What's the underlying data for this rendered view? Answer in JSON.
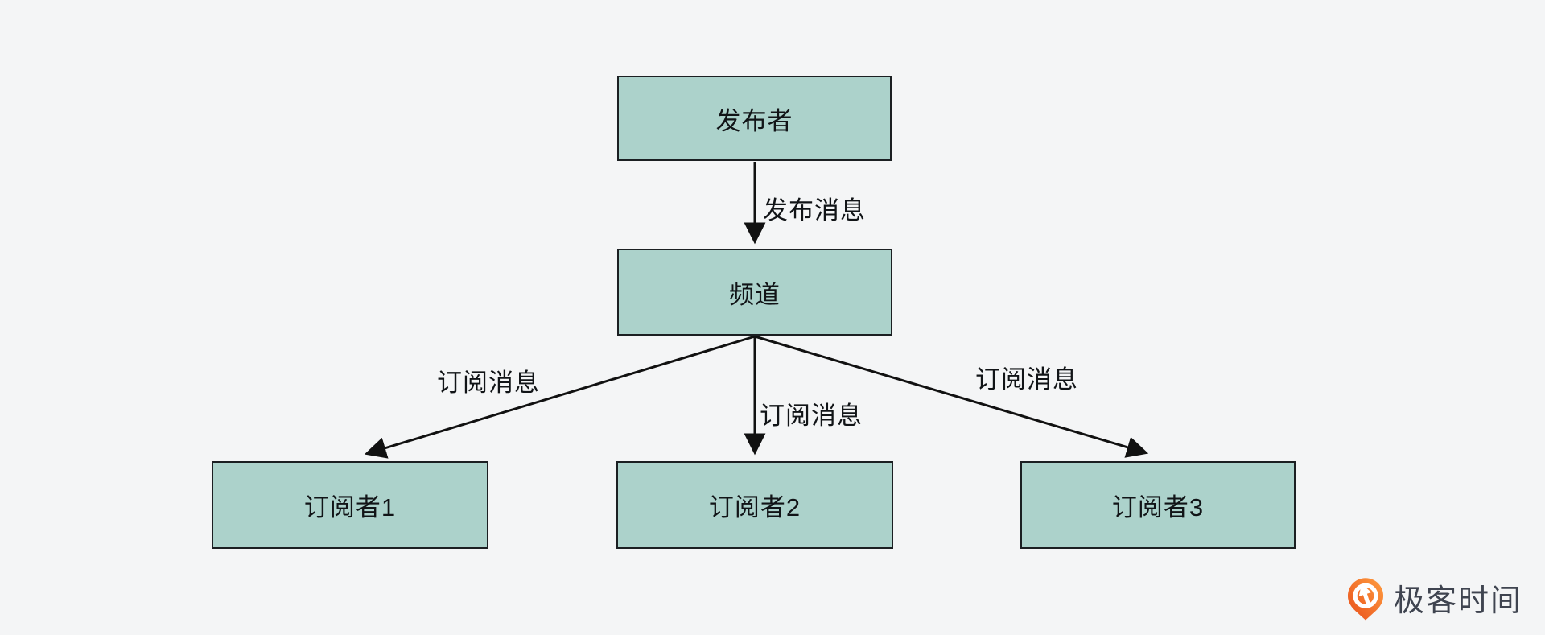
{
  "page": {
    "background_color": "#f4f5f6"
  },
  "diagram": {
    "type": "flowchart",
    "topic": "publish-subscribe",
    "node_fill_color": "#acd2cb",
    "node_border_color": "#1b1f22",
    "arrow_color": "#111111",
    "nodes": {
      "publisher": {
        "label": "发布者"
      },
      "channel": {
        "label": "频道"
      },
      "subscriber1": {
        "label": "订阅者1"
      },
      "subscriber2": {
        "label": "订阅者2"
      },
      "subscriber3": {
        "label": "订阅者3"
      }
    },
    "edges": {
      "publish": {
        "from": "publisher",
        "to": "channel",
        "label": "发布消息"
      },
      "subscribe1": {
        "from": "channel",
        "to": "subscriber1",
        "label": "订阅消息"
      },
      "subscribe2": {
        "from": "channel",
        "to": "subscriber2",
        "label": "订阅消息"
      },
      "subscribe3": {
        "from": "channel",
        "to": "subscriber3",
        "label": "订阅消息"
      }
    }
  },
  "footer": {
    "brand_name": "极客时间",
    "brand_accent_color": "#f26c21",
    "brand_text_color": "#3f4450"
  }
}
